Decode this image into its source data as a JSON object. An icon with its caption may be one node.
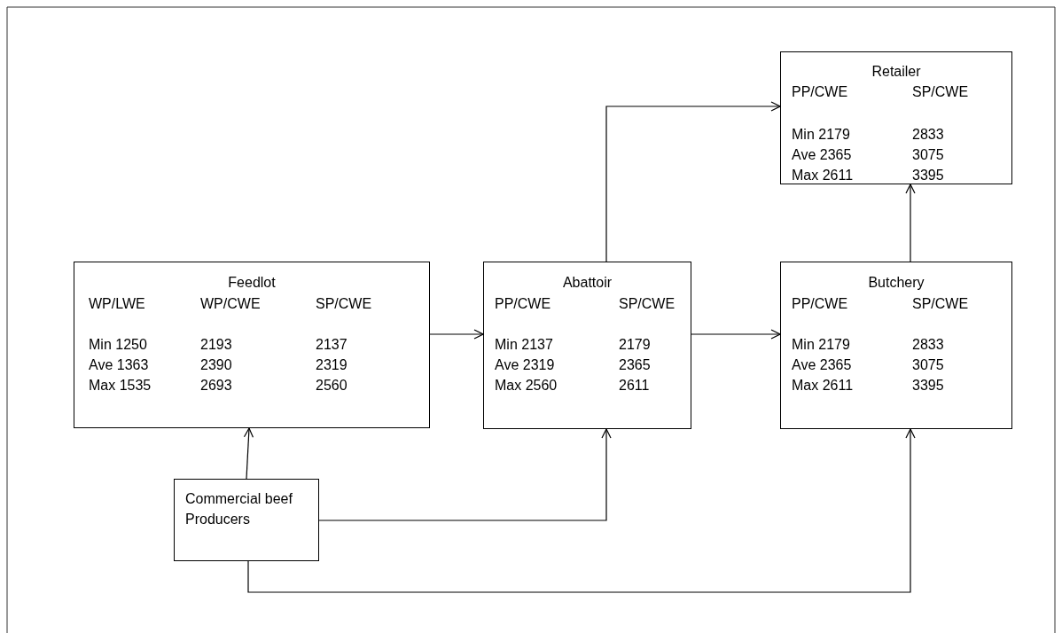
{
  "diagram": {
    "nodes": [
      {
        "text": [
          "Retailer",
          "PP/CWE",
          "SP/CWE",
          "Min 2179",
          "2833",
          "Ave 2365",
          "3075",
          "Max 2611",
          "3395"
        ]
      },
      {
        "text": [
          "Feedlot",
          "WP/LWE",
          "WP/CWE",
          "SP/CWE",
          "Min 1250",
          "2193",
          "2137",
          "Ave 1363",
          "2390",
          "2319",
          "Max 1535",
          "2693",
          "2560"
        ]
      },
      {
        "text": [
          "Abattoir",
          "PP/CWE",
          "SP/CWE",
          "Min 2137",
          "2179",
          "Ave 2319",
          "2365",
          "Max 2560",
          "2611"
        ]
      },
      {
        "text": [
          "Butchery",
          "PP/CWE",
          "SP/CWE",
          "Min 2179",
          "2833",
          "Ave 2365",
          "3075",
          "Max 2611",
          "3395"
        ]
      },
      {
        "text": [
          "Commercial beef Producers"
        ]
      }
    ],
    "edges": [
      {
        "from": 1,
        "to": 2,
        "arrow": "to"
      },
      {
        "from": 2,
        "to": 3,
        "arrow": "to"
      },
      {
        "from": 2,
        "to": 0,
        "arrow": "to"
      },
      {
        "from": 3,
        "to": 0,
        "arrow": "to"
      },
      {
        "from": 4,
        "to": 1,
        "arrow": "to"
      },
      {
        "from": 4,
        "to": 2,
        "arrow": "to"
      },
      {
        "from": 4,
        "to": 3,
        "arrow": "to"
      }
    ]
  }
}
